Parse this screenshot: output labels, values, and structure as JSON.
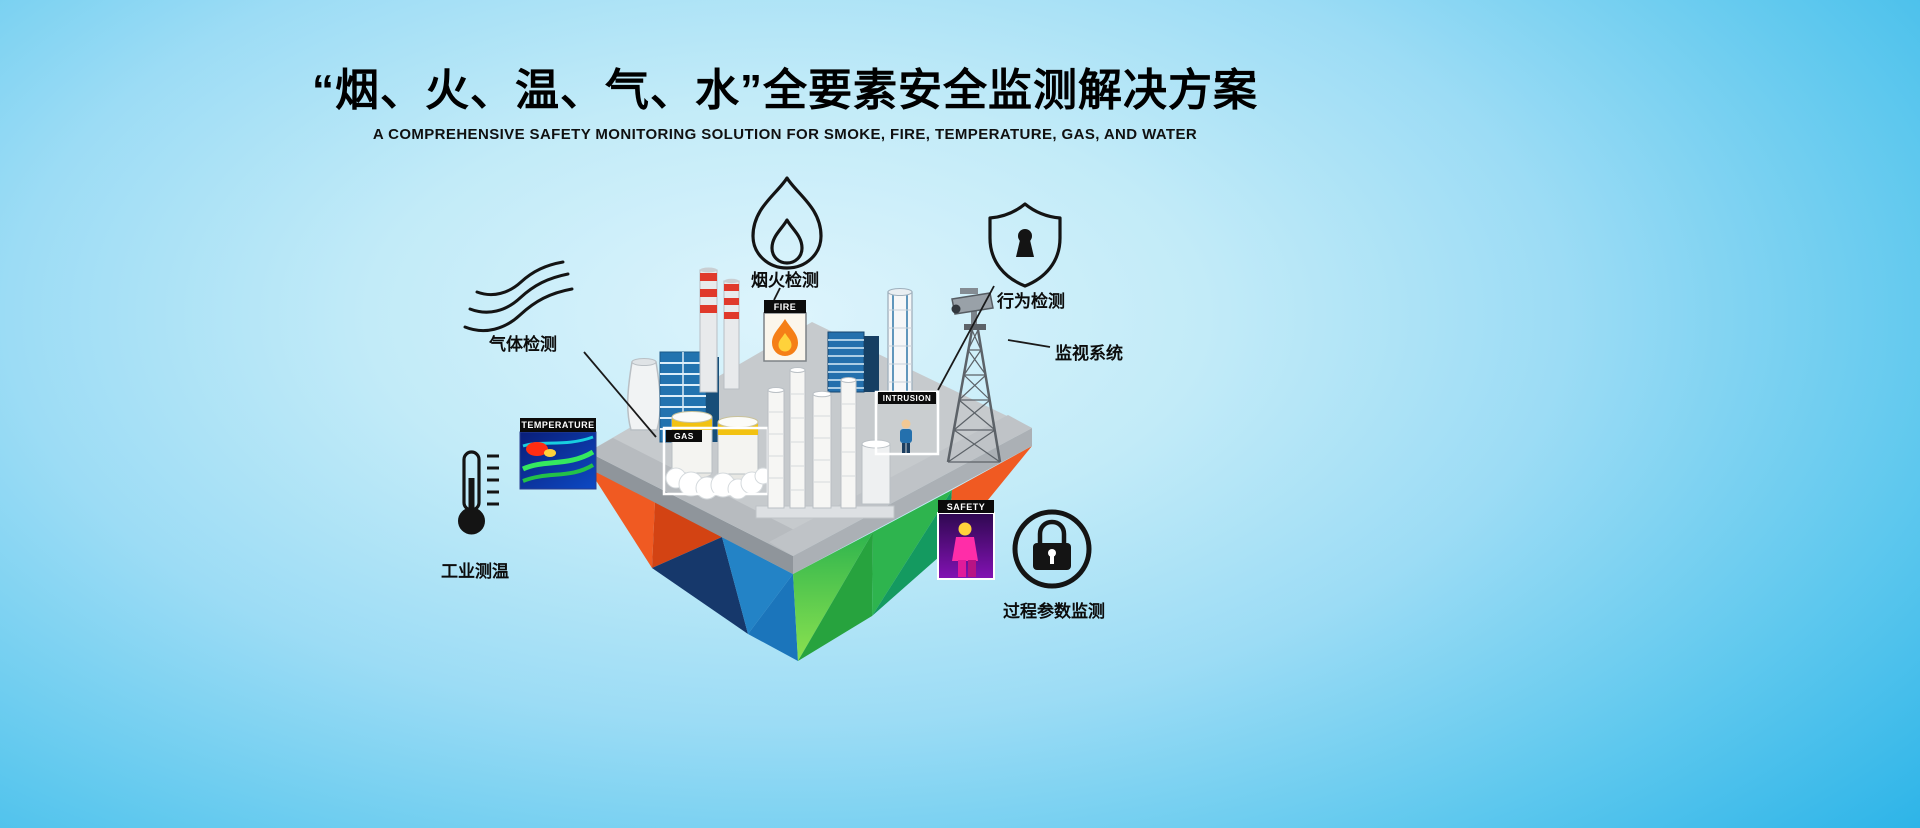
{
  "header": {
    "title": "“烟、火、温、气、水”全要素安全监测解决方案",
    "subtitle": "A COMPREHENSIVE SAFETY MONITORING SOLUTION FOR SMOKE, FIRE, TEMPERATURE, GAS, AND WATER"
  },
  "callouts": {
    "smoke_fire": {
      "label": "烟火检测",
      "icon": "flame-icon"
    },
    "behavior": {
      "label": "行为检测",
      "icon": "shield-keyhole-icon"
    },
    "surveillance": {
      "label": "监视系统",
      "icon": "cctv-camera-icon"
    },
    "gas": {
      "label": "气体检测",
      "icon": "smoke-waves-icon"
    },
    "industrial_temp": {
      "label": "工业测温",
      "icon": "thermometer-icon"
    },
    "process_params": {
      "label": "过程参数监测",
      "icon": "lock-circle-icon"
    }
  },
  "scene_tags": {
    "fire": "FIRE",
    "temperature": "TEMPERATURE",
    "gas": "GAS",
    "intrusion": "INTRUSION",
    "safety": "SAFETY"
  },
  "colors": {
    "background_edge": "#2db4e8",
    "background_center": "#ddf4fc",
    "island_orange": "#f05a22",
    "island_blue": "#2383c6",
    "island_navy": "#16386b",
    "island_green": "#35b94e",
    "platform_gray": "#c6cacd",
    "tag_black": "#0b0b0b",
    "flame_orange": "#f57f17",
    "flame_yellow": "#ffd23b"
  }
}
